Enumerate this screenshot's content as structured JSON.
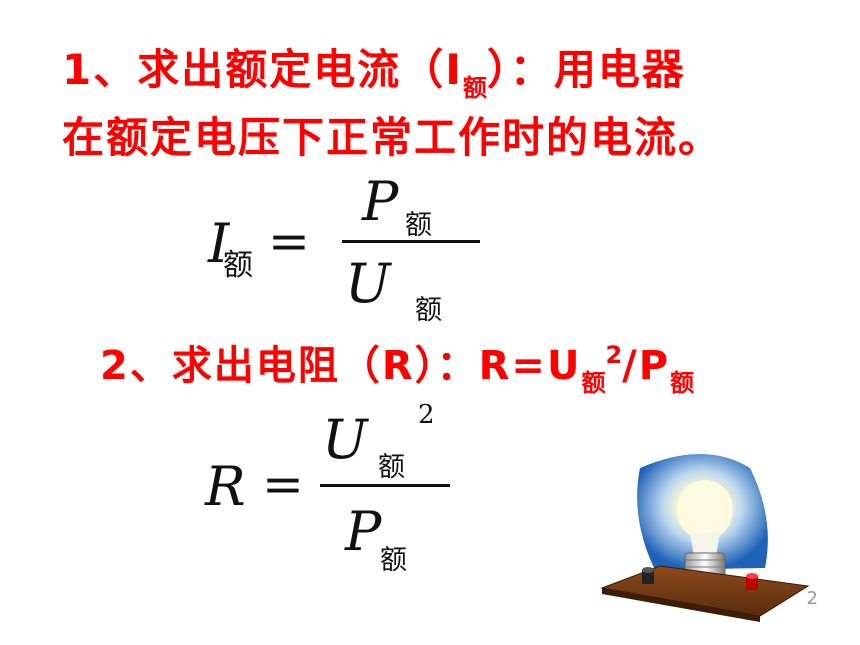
{
  "heading1": {
    "text_a": "1、求出额定电流（I",
    "sub": "额",
    "text_b": "）：用电器",
    "line2": "在额定电压下正常工作时的电流。"
  },
  "heading2": {
    "text_a": "2、求出电阻（R）：R=U",
    "sub1": "额",
    "sup": "2",
    "text_b": "/P",
    "sub2": "额"
  },
  "formula1": {
    "lhs": "I",
    "lhs_sub": "额",
    "eq": "=",
    "numerator": "P",
    "numerator_sub": "额",
    "denominator": "U",
    "denominator_sub": "额"
  },
  "formula2": {
    "lhs": "R",
    "eq": "=",
    "numerator": "U",
    "numerator_sub": "额",
    "numerator_sup": "2",
    "denominator": "P",
    "denominator_sub": "额"
  },
  "page_number": "2",
  "colors": {
    "heading": "#ff0000",
    "formula": "#111111"
  }
}
